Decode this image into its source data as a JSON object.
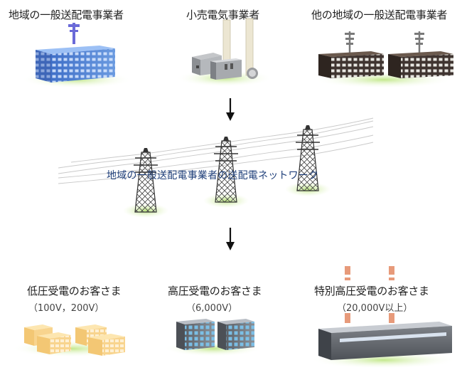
{
  "top": {
    "local_utility": "地域の一般送配電事業者",
    "retailer": "小売電気事業者",
    "other_utility": "他の地域の一般送配電事業者"
  },
  "network_label": "地域の一般送配電事業者の送配電ネットワーク",
  "customers": {
    "low": {
      "label": "低圧受電のお客さま",
      "voltage": "（100V，200V）"
    },
    "high": {
      "label": "高圧受電のお客さま",
      "voltage": "（6,000V）"
    },
    "extra": {
      "label": "特別高圧受電のお客さま",
      "voltage": "（20,000V以上）"
    }
  }
}
